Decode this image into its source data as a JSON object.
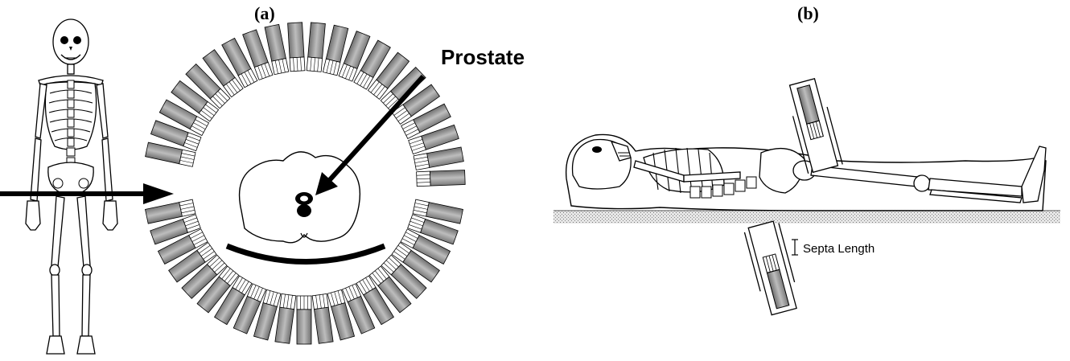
{
  "panels": [
    {
      "label": "(a)"
    },
    {
      "label": "(b)"
    }
  ],
  "annotations": {
    "prostate": "Prostate",
    "septa_length": "Septa Length"
  },
  "colors": {
    "ink": "#000000",
    "detector_shade": "#9a9a9a",
    "table_shade": "#cfcfcf"
  },
  "detector_ring": {
    "blocks_per_arc": 21,
    "arcs": 2
  }
}
